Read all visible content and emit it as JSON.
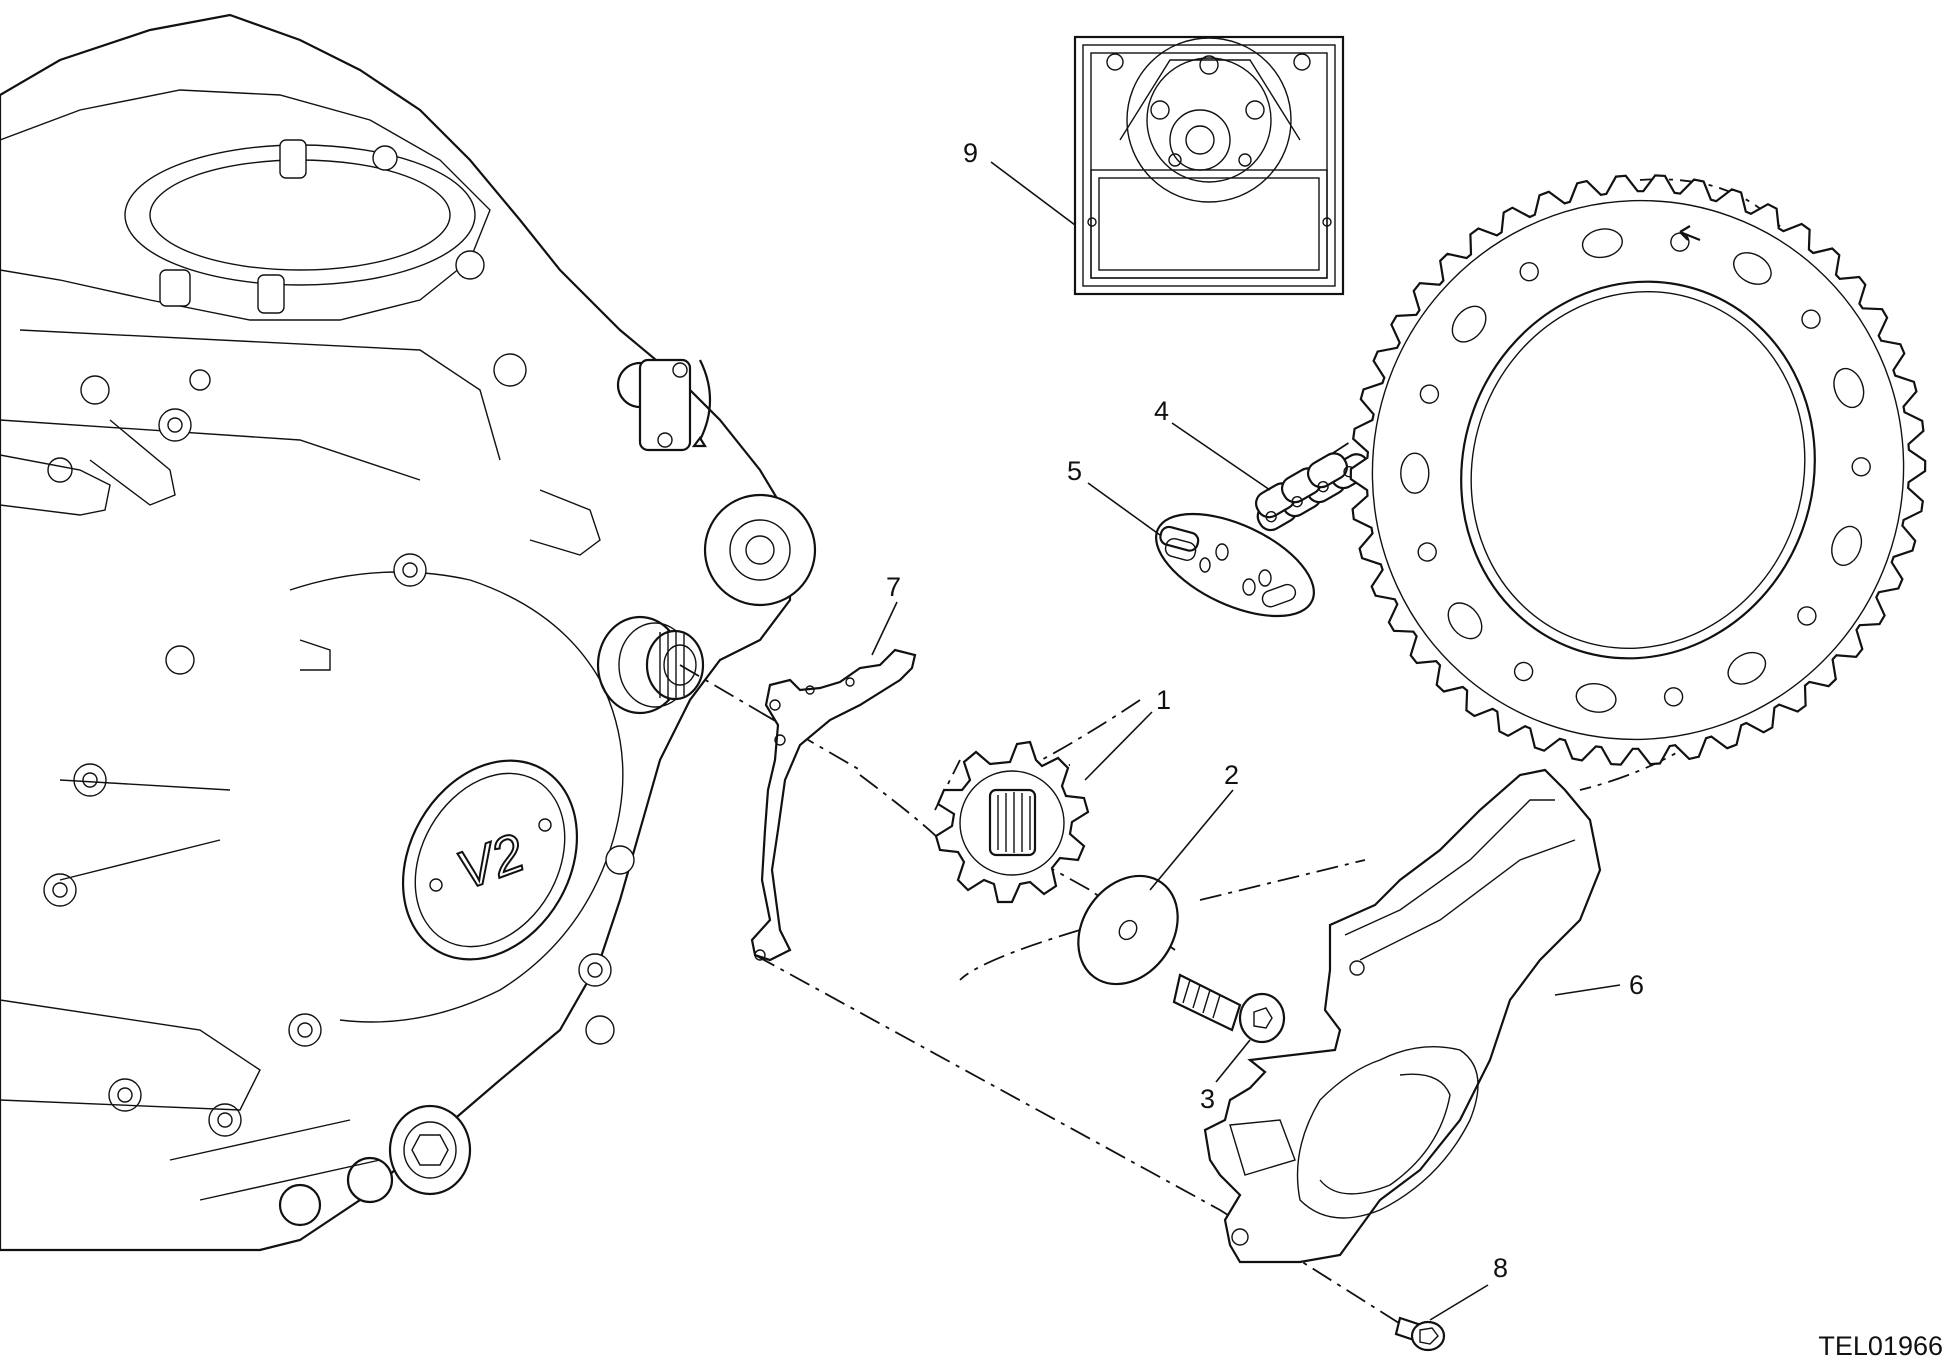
{
  "drawing_code": "TEL01966",
  "engine_badge": "V2",
  "callouts": [
    "1",
    "2",
    "3",
    "4",
    "5",
    "6",
    "7",
    "8",
    "9"
  ]
}
